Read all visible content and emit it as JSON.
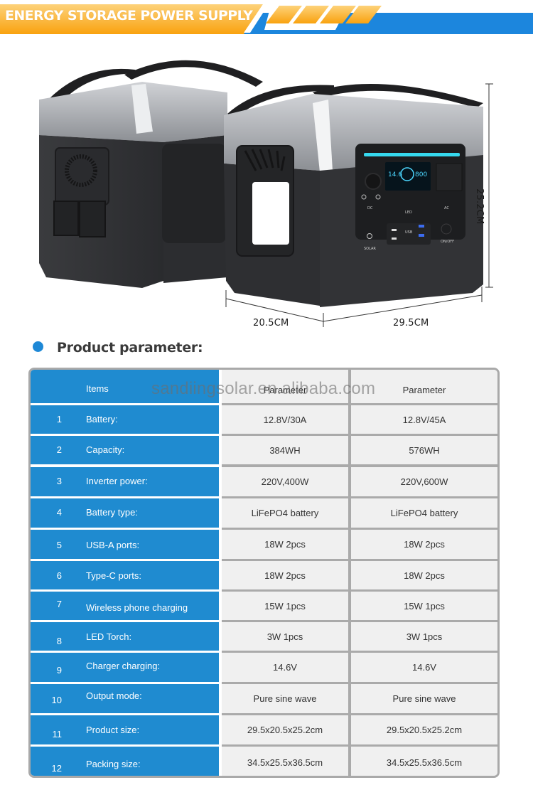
{
  "banner": {
    "title": "ENERGY STORAGE POWER SUPPLY",
    "colors": {
      "orange": "#f9a91b",
      "blue": "#1c86dd"
    }
  },
  "product": {
    "description": "Two portable energy storage power supply units",
    "dimensions": {
      "width": "20.5CM",
      "length": "29.5CM",
      "height": "25.2CM"
    },
    "panel_labels": {
      "dc": "DC",
      "led": "LED",
      "ac": "AC",
      "usb": "USB",
      "solar": "SOLAR",
      "power": "ON/OFF"
    },
    "display": {
      "left_value": "14.6",
      "right_value": "800"
    }
  },
  "section": {
    "title": "Product parameter:",
    "bullet_color": "#1e88d6"
  },
  "watermark": "sandiingsolar.en.alibaba.com",
  "table": {
    "header": {
      "number": "",
      "item": "Items",
      "param1": "Parameter",
      "param2": "Parameter"
    },
    "rows": [
      {
        "no": "1",
        "item": "Battery:",
        "p1": "12.8V/30A",
        "p2": "12.8V/45A"
      },
      {
        "no": "2",
        "item": "Capacity:",
        "p1": "384WH",
        "p2": "576WH"
      },
      {
        "no": "3",
        "item": "Inverter power:",
        "p1": "220V,400W",
        "p2": "220V,600W"
      },
      {
        "no": "4",
        "item": "Battery type:",
        "p1": "LiFePO4 battery",
        "p2": "LiFePO4 battery"
      },
      {
        "no": "5",
        "item": "USB-A ports:",
        "p1": "18W 2pcs",
        "p2": "18W 2pcs"
      },
      {
        "no": "6",
        "item": "Type-C ports:",
        "p1": "18W 2pcs",
        "p2": "18W 2pcs"
      },
      {
        "no": "7",
        "item": "Wireless phone charging",
        "p1": "15W 1pcs",
        "p2": "15W 1pcs"
      },
      {
        "no": "8",
        "item": "LED Torch:",
        "p1": "3W 1pcs",
        "p2": "3W 1pcs"
      },
      {
        "no": "9",
        "item": "Charger charging:",
        "p1": "14.6V",
        "p2": "14.6V"
      },
      {
        "no": "10",
        "item": "Output mode:",
        "p1": "Pure sine wave",
        "p2": "Pure sine wave"
      },
      {
        "no": "11",
        "item": "Product size:",
        "p1": "29.5x20.5x25.2cm",
        "p2": "29.5x20.5x25.2cm"
      },
      {
        "no": "12",
        "item": "Packing size:",
        "p1": "34.5x25.5x36.5cm",
        "p2": "34.5x25.5x36.5cm"
      }
    ],
    "colors": {
      "item_bg": "#1f8bd0",
      "param_bg": "#f0f0f0",
      "border": "#a9a9a9"
    }
  }
}
